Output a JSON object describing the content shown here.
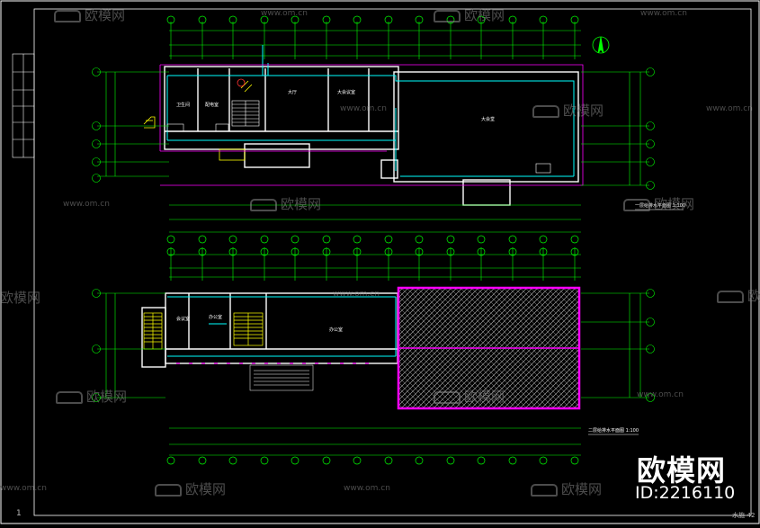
{
  "drawing": {
    "page_number": "1",
    "sheet_code": "水施-42",
    "plan_upper": {
      "title": "一层给排水平面图 1:100"
    },
    "plan_lower": {
      "title": "二层给排水平面图 1:100"
    },
    "room_labels_upper": [
      "大厅",
      "大会议室",
      "大会堂",
      "卫生间",
      "配电室"
    ],
    "room_labels_lower": [
      "会议室",
      "办公室",
      "办公室"
    ]
  },
  "watermark": {
    "brand": "欧模网",
    "domain": "www.om.cn",
    "large_brand": "欧模网",
    "id_label": "ID:2216110"
  },
  "colors": {
    "background": "#000000",
    "wall": "#ffffff",
    "dimension": "#00ff00",
    "pipe": "#00ffff",
    "boundary": "#ff00ff",
    "hatch": "#cccccc"
  }
}
